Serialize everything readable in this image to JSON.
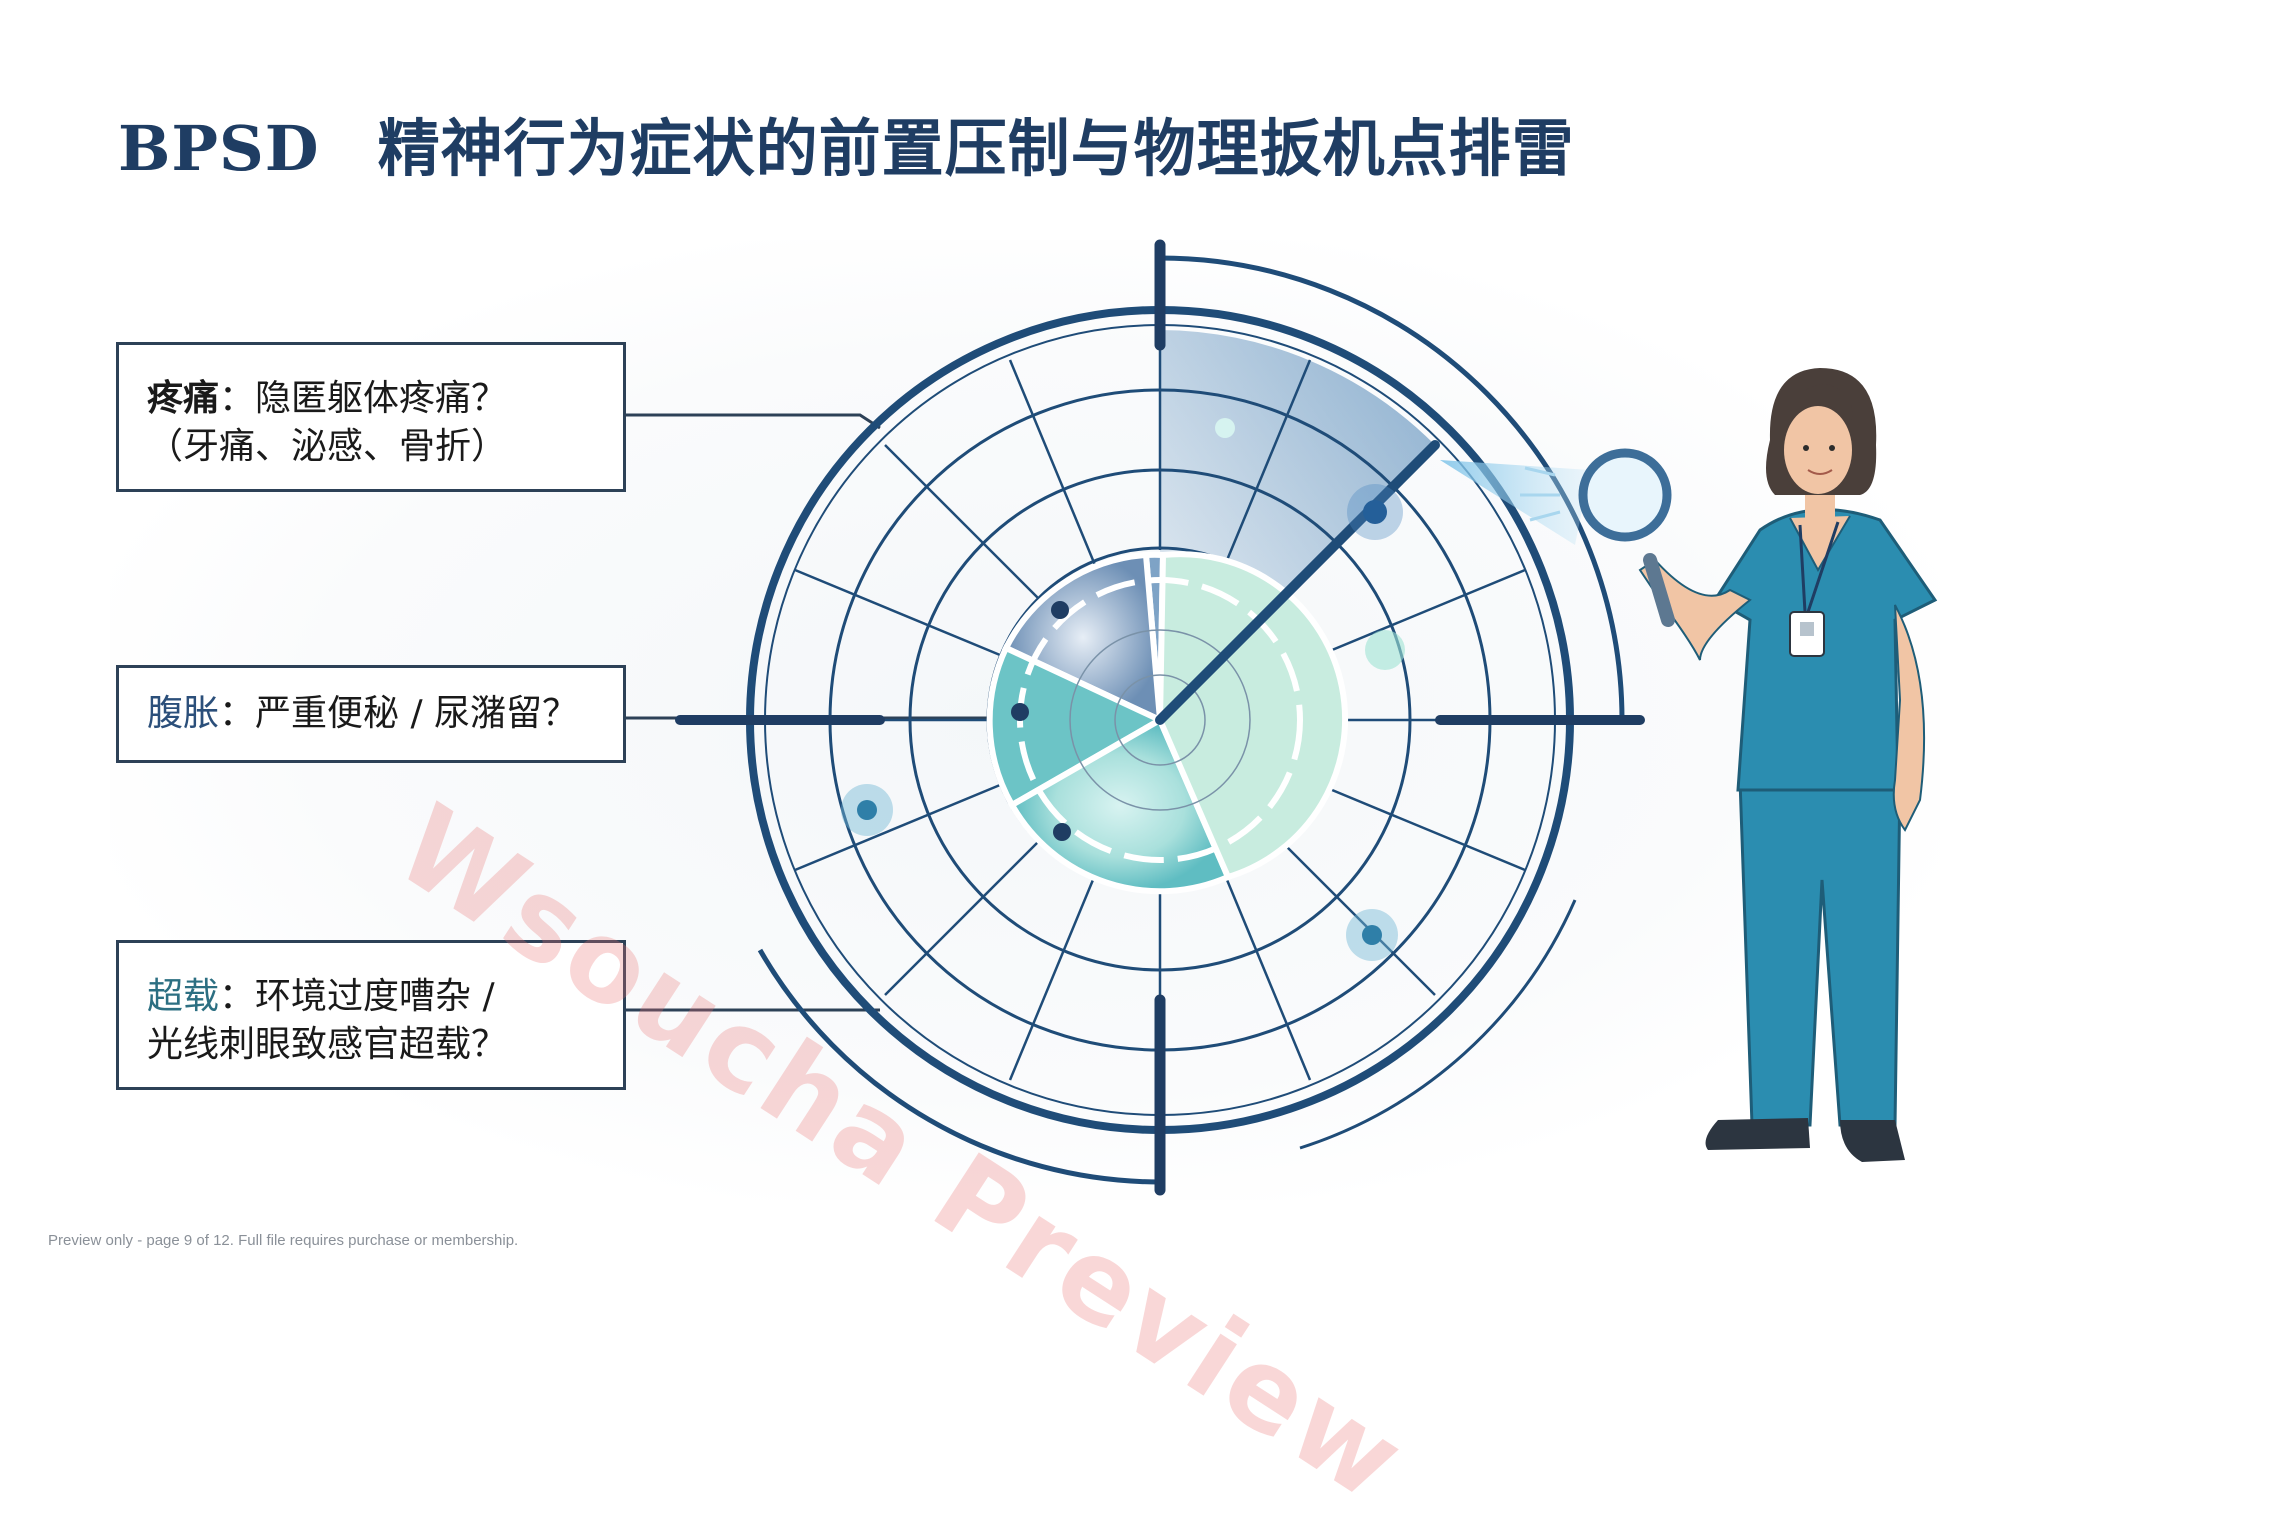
{
  "title": {
    "prefix": "BPSD",
    "main": "精神行为症状的前置压制与物理扳机点排雷"
  },
  "callouts": {
    "pain": {
      "keyword": "疼痛",
      "line1": "：隐匿躯体疼痛？",
      "line2": "（牙痛、泌感、骨折）"
    },
    "bloat": {
      "keyword": "腹胀",
      "line1": "：严重便秘 / 尿潴留？"
    },
    "overload": {
      "keyword": "超载",
      "line1": "：环境过度嘈杂 /",
      "line2": "光线刺眼致感官超载？"
    }
  },
  "watermark": "Wsoucha Preview",
  "footer": "Preview only - page 9 of 12. Full file requires purchase or membership.",
  "colors": {
    "navy": "#1f3d63",
    "teal": "#2a8fa8",
    "scrubs": "#2b8db0",
    "watermark": "#e87070"
  }
}
